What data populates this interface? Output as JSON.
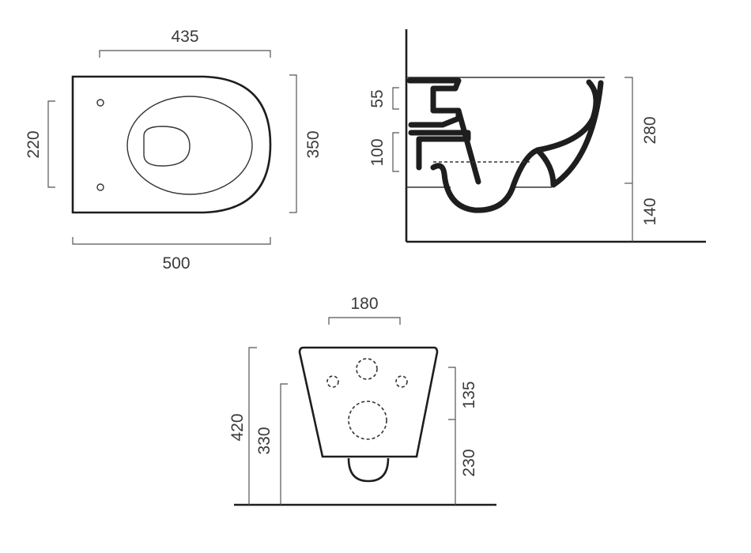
{
  "top_view": {
    "width_top": "435",
    "width_bottom": "500",
    "height_left": "220",
    "height_right": "350"
  },
  "side_view": {
    "inlet_top": "55",
    "inlet_bottom": "100",
    "bowl_height": "280",
    "mount_height": "140"
  },
  "front_view": {
    "hole_spacing": "180",
    "total_height": "420",
    "outlet_height": "330",
    "upper_offset": "135",
    "lower_offset": "230"
  },
  "colors": {
    "line": "#1e1e1e",
    "dimension": "#555555",
    "text": "#3a3a3a"
  }
}
